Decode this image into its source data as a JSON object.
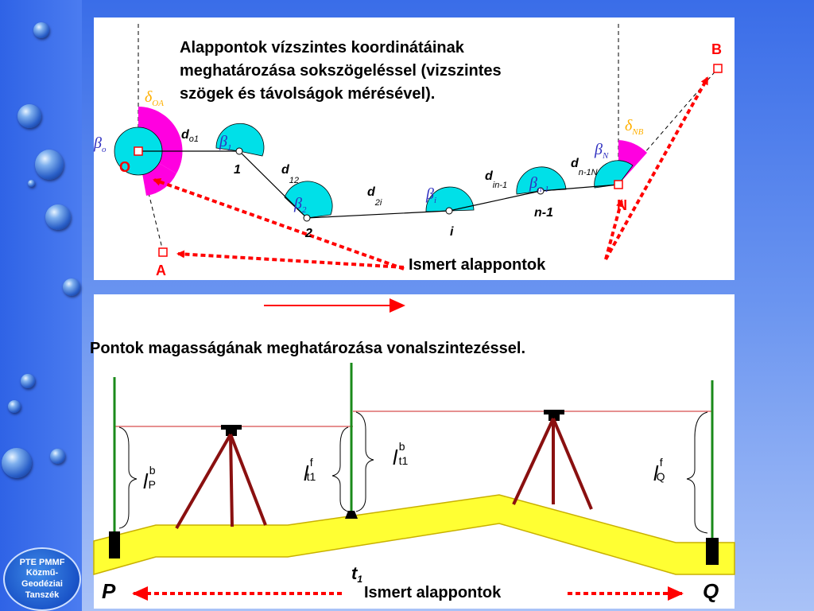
{
  "sidebar": {
    "badge_lines": [
      "PTE PMMF",
      "Közmű-",
      "Geodéziai",
      "Tanszék"
    ]
  },
  "top": {
    "title_lines": [
      "Alappontok vízszintes koordinátáinak",
      "meghatározása sokszögeléssel (vizszintes",
      "szögek és távolságok mérésével)."
    ],
    "known_points_label": "Ismert alappontok",
    "labels": {
      "A": "A",
      "B": "B",
      "O": "O",
      "N": "N",
      "p1": "1",
      "p2": "2",
      "pi": "i",
      "pn1": "n-1",
      "beta0": "β",
      "beta0_sub": "o",
      "beta1": "β",
      "beta1_sub": "1",
      "beta2": "β",
      "beta2_sub": "2",
      "betai": "β",
      "betai_sub": "i",
      "betan1": "β",
      "betan1_sub": "n-1",
      "betaN": "β",
      "betaN_sub": "N",
      "deltaOA": "δ",
      "deltaOA_sub": "OA",
      "deltaNB": "δ",
      "deltaNB_sub": "NB",
      "d01": "d",
      "d01_sub": "o1",
      "d12": "d",
      "d12_sub": "12",
      "d2i": "d",
      "d2i_sub": "2i",
      "din1": "d",
      "din1_sub": "in-1",
      "dn1N": "d",
      "dn1N_sub": "n-1N"
    }
  },
  "bottom": {
    "title": "Pontok magasságának meghatározása vonalszintezéssel.",
    "known_points_label": "Ismert alappontok",
    "labels": {
      "P": "P",
      "Q": "Q",
      "t1": "t",
      "t1_sub": "1",
      "lP": "l",
      "lP_sup": "b",
      "lP_sub": "P",
      "lt1f": "l",
      "lt1f_sup": "f",
      "lt1f_sub": "t1",
      "lt1b": "l",
      "lt1b_sup": "b",
      "lt1b_sub": "t1",
      "lQ": "l",
      "lQ_sup": "f",
      "lQ_sub": "Q"
    }
  },
  "colors": {
    "cyan": "#00e0e8",
    "magenta": "#ff00e0",
    "red": "#ff0000",
    "yellow": "#ffff33",
    "staff_green": "#1a8a1a",
    "tripod": "#8a1010",
    "level_red": "#cc2020"
  }
}
